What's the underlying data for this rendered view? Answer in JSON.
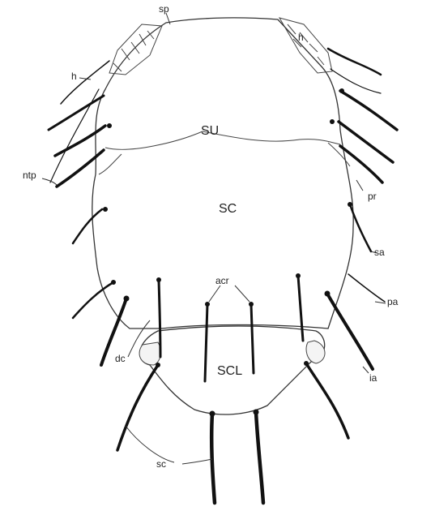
{
  "figure": {
    "labels": {
      "sp": "sp",
      "h_left": "h",
      "h_right": "h",
      "ntp": "ntp",
      "pr": "pr",
      "su": "SU",
      "sc_region": "SC",
      "sa": "sa",
      "acr": "acr",
      "pa": "pa",
      "dc": "dc",
      "scl": "SCL",
      "ia": "ia",
      "sc_setae": "sc"
    }
  }
}
